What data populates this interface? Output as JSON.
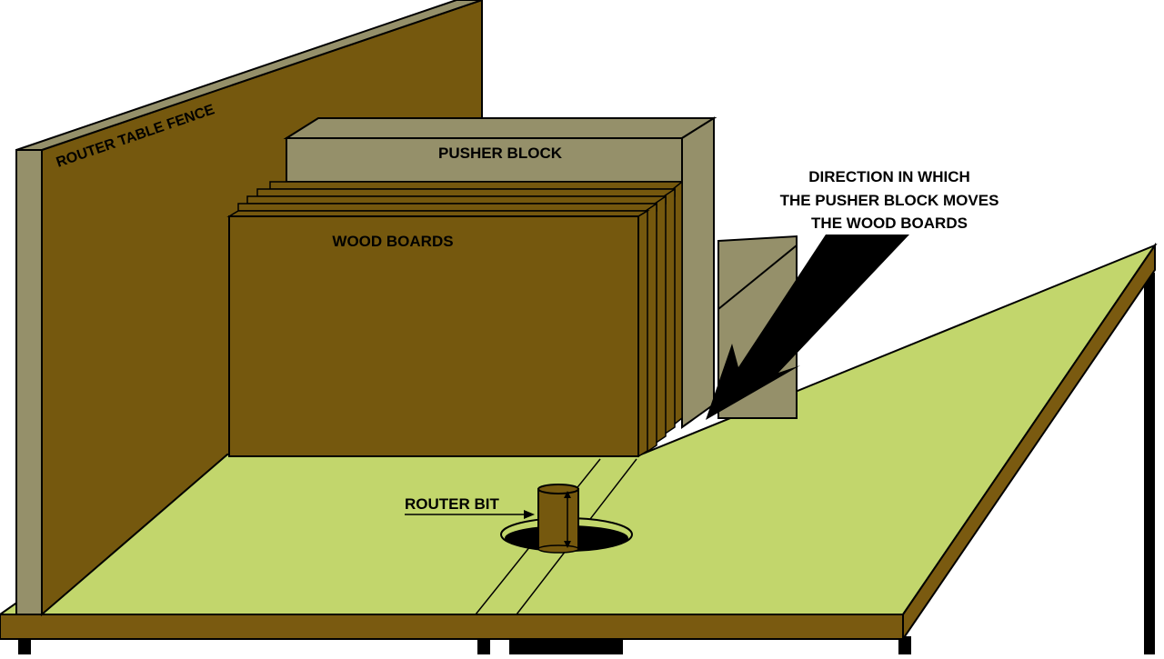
{
  "labels": {
    "fence": "ROUTER TABLE FENCE",
    "pusher_block": "PUSHER BLOCK",
    "wood_boards": "WOOD BOARDS",
    "router_bit": "ROUTER BIT",
    "direction": [
      "DIRECTION IN WHICH",
      "THE PUSHER BLOCK MOVES",
      "THE WOOD BOARDS"
    ]
  },
  "colors": {
    "table_top": "#c2d66c",
    "table_edge": "#7a5a10",
    "fence_face": "#75580e",
    "fence_edge": "#95906a",
    "block_face": "#96916c",
    "board_face": "#75580e",
    "arrow": "#000000"
  }
}
